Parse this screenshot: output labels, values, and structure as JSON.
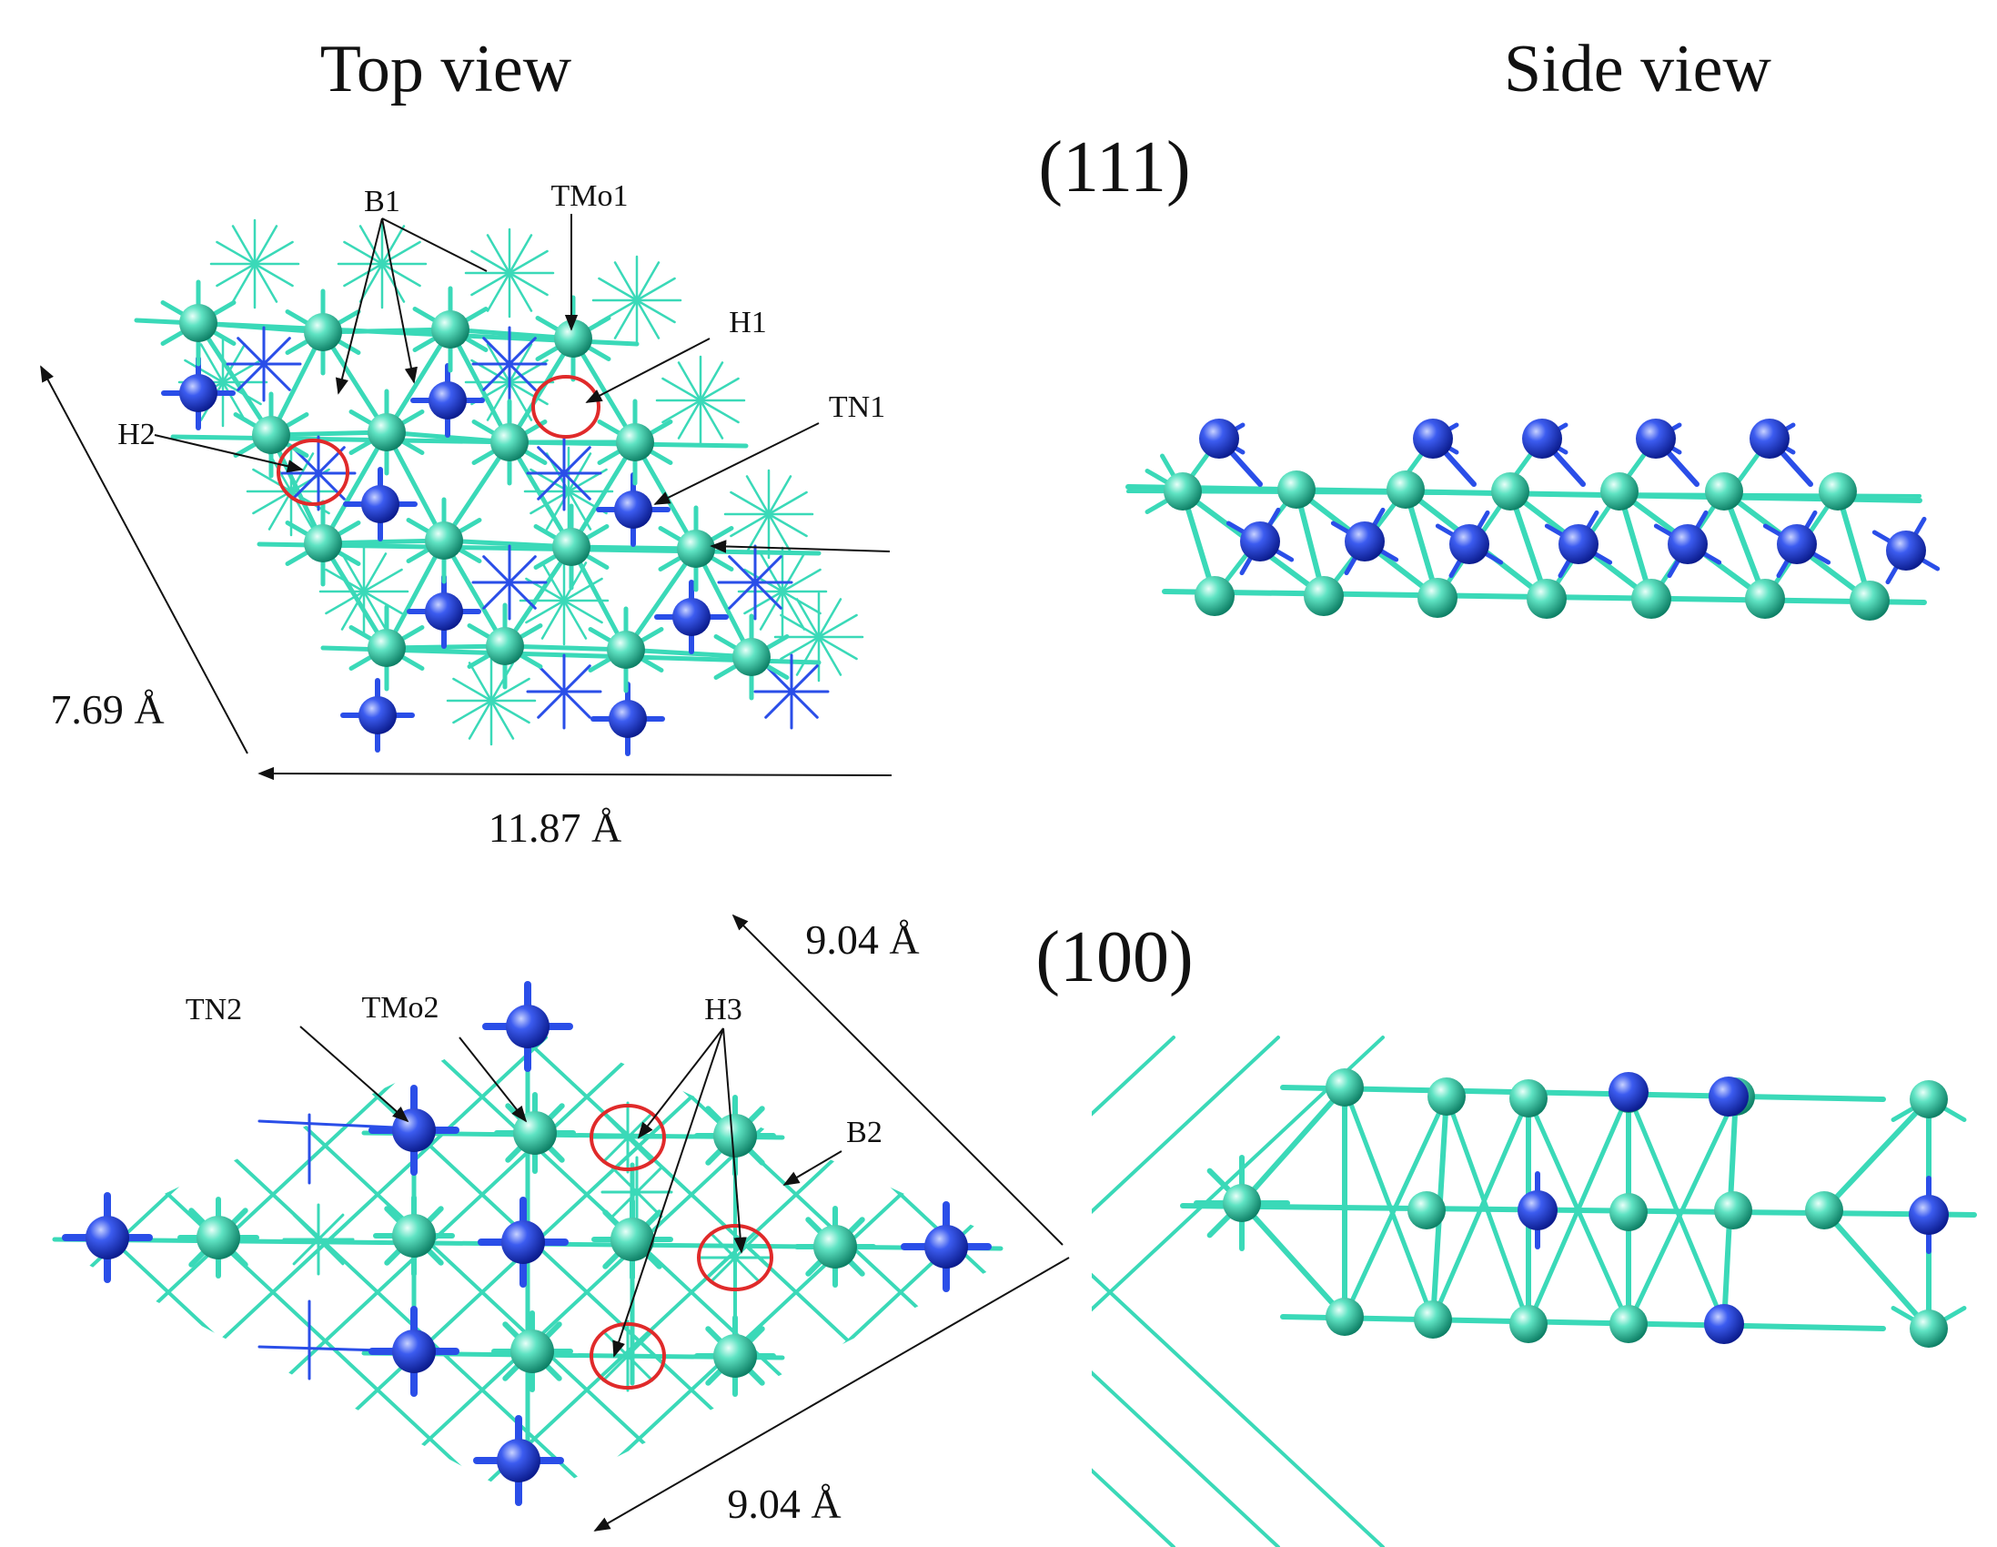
{
  "headers": {
    "top_view": "Top view",
    "side_view": "Side view"
  },
  "facets": {
    "f111": "(111)",
    "f100": "(100)"
  },
  "labels": {
    "B1": "B1",
    "TMo1": "TMo1",
    "H1": "H1",
    "H2": "H2",
    "TN1": "TN1",
    "TN2": "TN2",
    "TMo2": "TMo2",
    "H3": "H3",
    "B2": "B2"
  },
  "dimensions": {
    "d111_a": "7.69 Å",
    "d111_b": "11.87 Å",
    "d100_a": "9.04 Å",
    "d100_b": "9.04 Å"
  },
  "colors": {
    "mo_atom": "#2fc7a6",
    "n_atom": "#1f3fd8",
    "bond_mo": "#3ad9b8",
    "bond_n": "#2a4ee8",
    "site_circle": "#e02a2a",
    "arrow": "#111111"
  }
}
